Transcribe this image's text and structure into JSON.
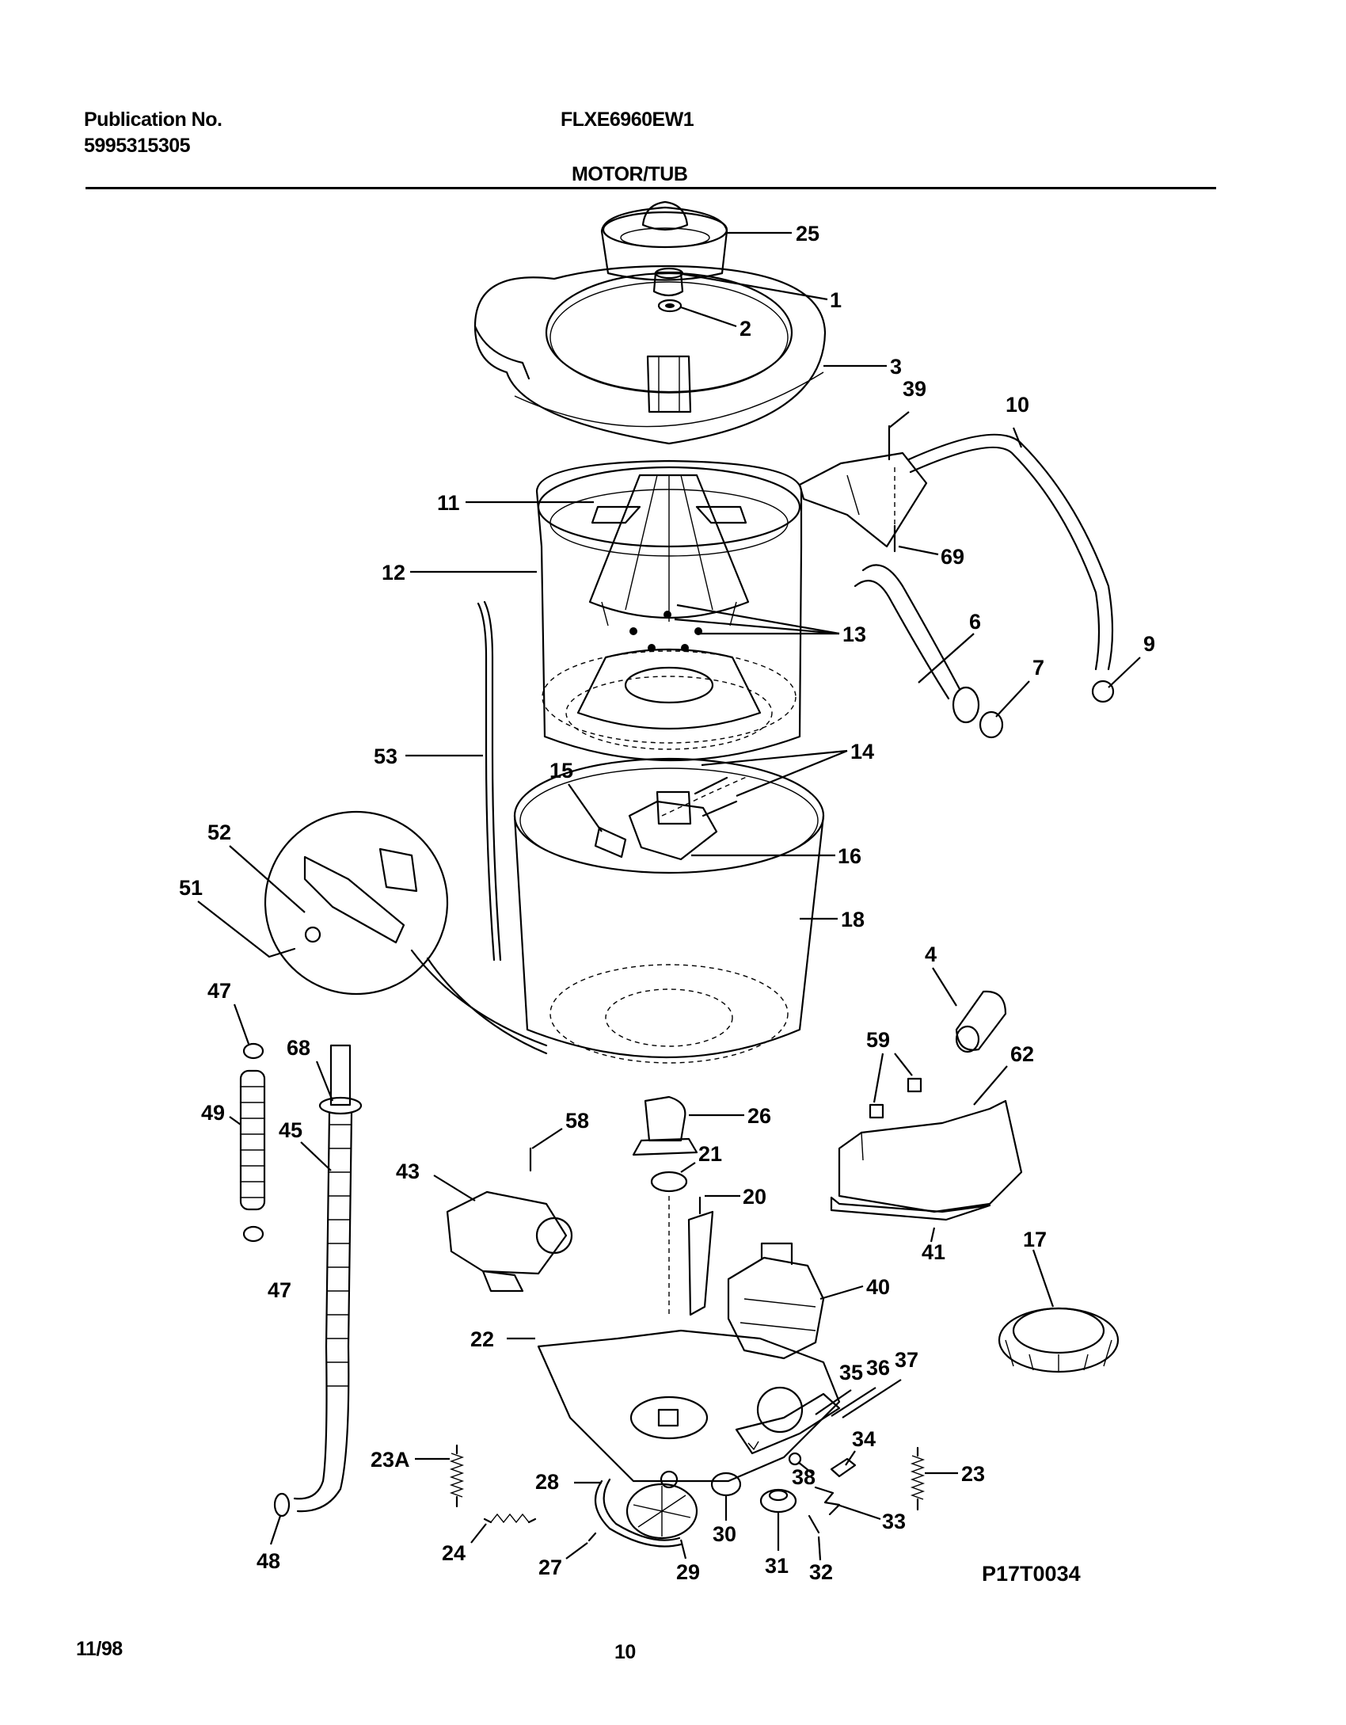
{
  "header": {
    "publication_label": "Publication No.",
    "publication_number": "5995315305",
    "model": "FLXE6960EW1",
    "section_title": "MOTOR/TUB"
  },
  "diagram_code": "P17T0034",
  "footer": {
    "date": "11/98",
    "page": "10"
  },
  "callouts": {
    "c1": "1",
    "c2": "2",
    "c3": "3",
    "c4": "4",
    "c6": "6",
    "c7": "7",
    "c9": "9",
    "c10": "10",
    "c11": "11",
    "c12": "12",
    "c13": "13",
    "c14": "14",
    "c15": "15",
    "c16": "16",
    "c17": "17",
    "c18": "18",
    "c20": "20",
    "c21": "21",
    "c22": "22",
    "c23": "23",
    "c23a": "23A",
    "c24": "24",
    "c25": "25",
    "c26": "26",
    "c27": "27",
    "c28": "28",
    "c29": "29",
    "c30": "30",
    "c31": "31",
    "c32": "32",
    "c33": "33",
    "c34": "34",
    "c35": "35",
    "c36": "36",
    "c37": "37",
    "c38": "38",
    "c39": "39",
    "c40": "40",
    "c41": "41",
    "c43": "43",
    "c45": "45",
    "c47a": "47",
    "c47b": "47",
    "c48": "48",
    "c49": "49",
    "c51": "51",
    "c52": "52",
    "c53": "53",
    "c58": "58",
    "c59": "59",
    "c62": "62",
    "c68": "68",
    "c69": "69"
  }
}
